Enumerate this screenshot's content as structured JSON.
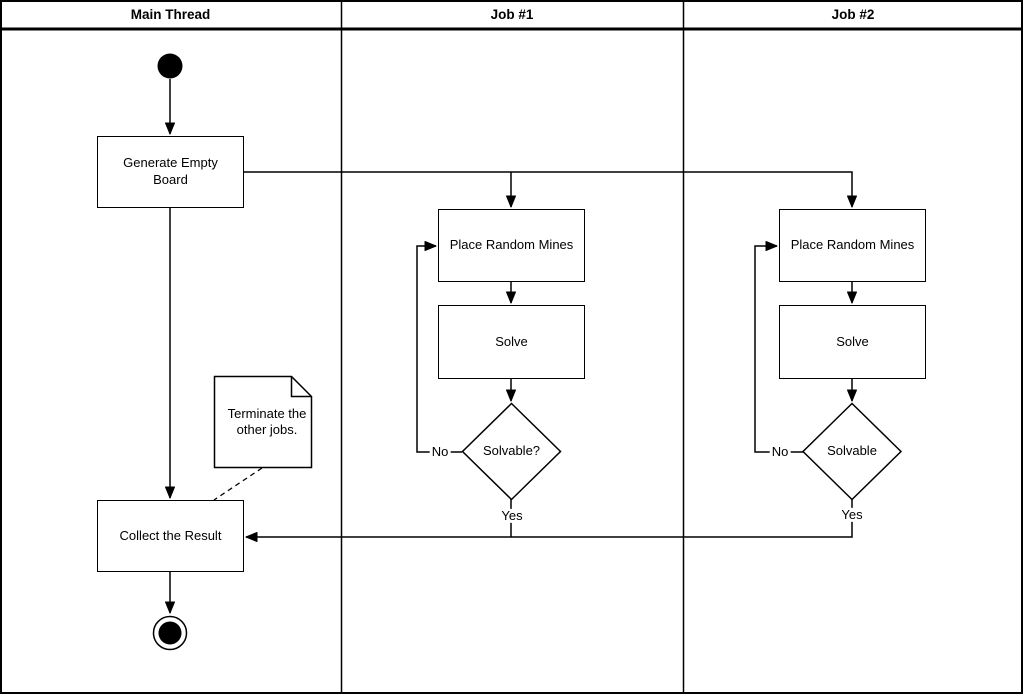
{
  "lanes": [
    {
      "label": "Main Thread"
    },
    {
      "label": "Job #1"
    },
    {
      "label": "Job #2"
    }
  ],
  "main_thread": {
    "generate_board": "Generate Empty Board",
    "note": "Terminate the other jobs.",
    "collect_result": "Collect the Result"
  },
  "job1": {
    "place_mines": "Place Random Mines",
    "solve": "Solve",
    "decision": "Solvable?",
    "no": "No",
    "yes": "Yes"
  },
  "job2": {
    "place_mines": "Place Random Mines",
    "solve": "Solve",
    "decision": "Solvable",
    "no": "No",
    "yes": "Yes"
  },
  "colors": {
    "stroke": "#000000",
    "background": "#ffffff"
  }
}
